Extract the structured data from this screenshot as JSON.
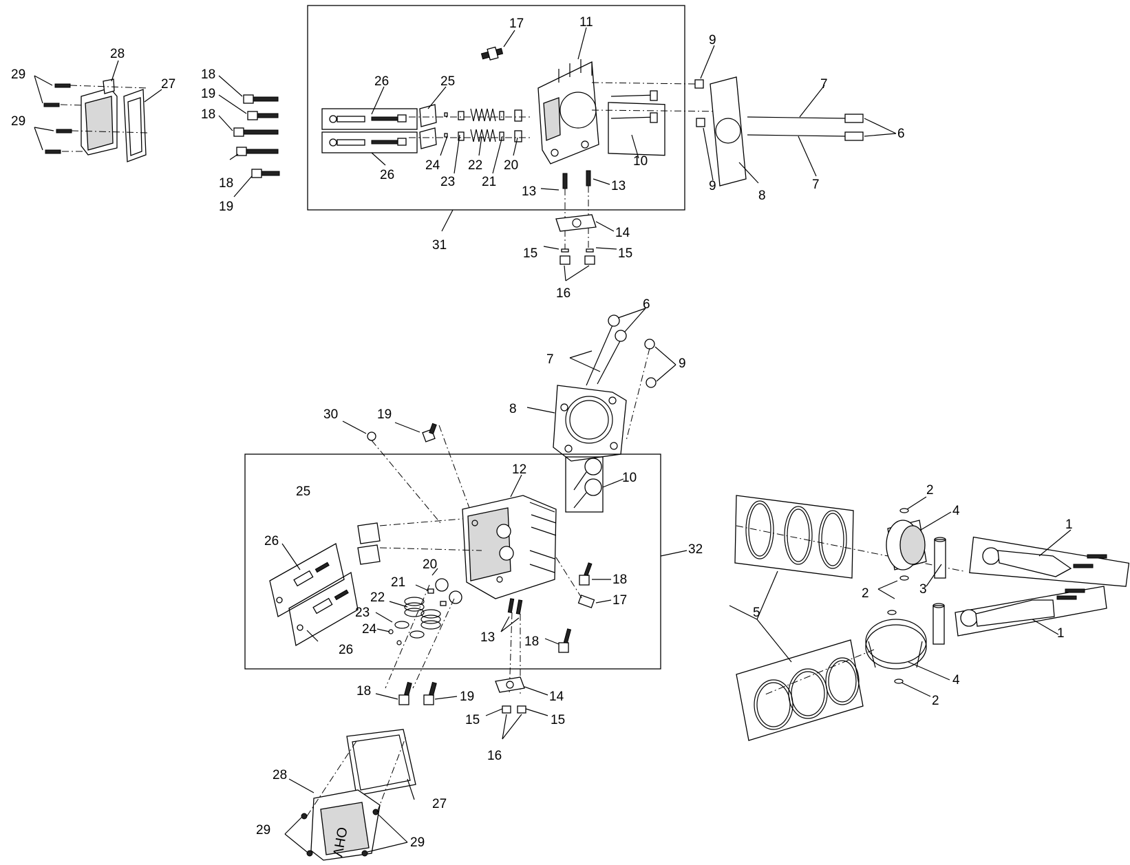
{
  "callouts": {
    "c_29a": "29",
    "c_29b": "29",
    "c_28a": "28",
    "c_27a": "27",
    "c_18a": "18",
    "c_19a": "19",
    "c_18b": "18",
    "c_18c": "18",
    "c_19b": "19",
    "c_17a": "17",
    "c_11": "11",
    "c_26a": "26",
    "c_25a": "25",
    "c_26b": "26",
    "c_24a": "24",
    "c_23a": "23",
    "c_22a": "22",
    "c_21a": "21",
    "c_20a": "20",
    "c_10a": "10",
    "c_13a": "13",
    "c_13b": "13",
    "c_31": "31",
    "c_9a": "9",
    "c_9b": "9",
    "c_7a": "7",
    "c_7b": "7",
    "c_6a": "6",
    "c_8a": "8",
    "c_14a": "14",
    "c_15a": "15",
    "c_15b": "15",
    "c_16a": "16",
    "c_6b": "6",
    "c_7c": "7",
    "c_9c": "9",
    "c_8b": "8",
    "c_30": "30",
    "c_19c": "19",
    "c_12": "12",
    "c_10b": "10",
    "c_25b": "25",
    "c_26c": "26",
    "c_20b": "20",
    "c_21b": "21",
    "c_22b": "22",
    "c_23b": "23",
    "c_24b": "24",
    "c_26d": "26",
    "c_13c": "13",
    "c_18d": "18",
    "c_17b": "17",
    "c_18e": "18",
    "c_32": "32",
    "c_18f": "18",
    "c_19d": "19",
    "c_14b": "14",
    "c_15c": "15",
    "c_15d": "15",
    "c_16b": "16",
    "c_28b": "28",
    "c_27b": "27",
    "c_29c": "29",
    "c_29d": "29",
    "c_2a": "2",
    "c_4a": "4",
    "c_1a": "1",
    "c_3": "3",
    "c_2b": "2",
    "c_5": "5",
    "c_1b": "1",
    "c_4b": "4",
    "c_2c": "2"
  },
  "engraving": {
    "cover_text": "OHV"
  }
}
